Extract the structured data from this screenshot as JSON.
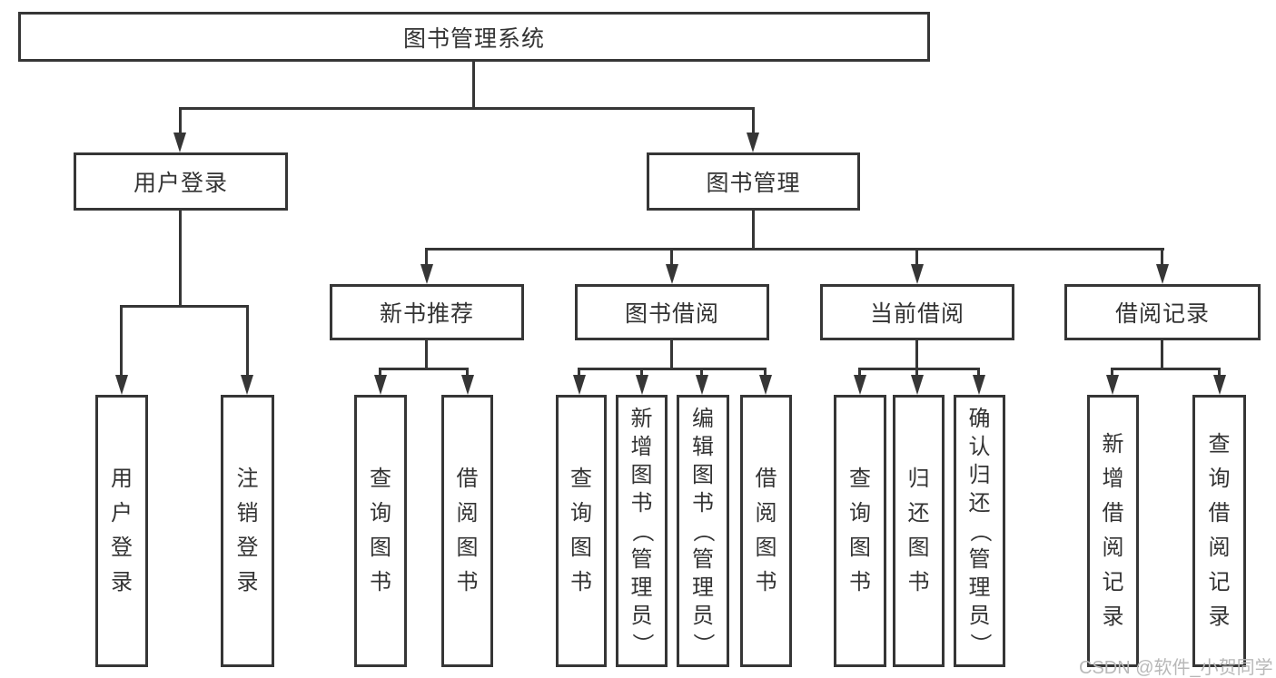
{
  "title": "图书管理系统",
  "tree": {
    "root": {
      "label": "图书管理系统",
      "children": [
        {
          "label": "用户登录",
          "children": [
            {
              "label": "用户登录"
            },
            {
              "label": "注销登录"
            }
          ]
        },
        {
          "label": "图书管理",
          "children": [
            {
              "label": "新书推荐",
              "children": [
                {
                  "label": "查询图书"
                },
                {
                  "label": "借阅图书"
                }
              ]
            },
            {
              "label": "图书借阅",
              "children": [
                {
                  "label": "查询图书"
                },
                {
                  "label": "新增图书（管理员）"
                },
                {
                  "label": "编辑图书（管理员）"
                },
                {
                  "label": "借阅图书"
                }
              ]
            },
            {
              "label": "当前借阅",
              "children": [
                {
                  "label": "查询图书"
                },
                {
                  "label": "归还图书"
                },
                {
                  "label": "确认归还（管理员）"
                }
              ]
            },
            {
              "label": "借阅记录",
              "children": [
                {
                  "label": "新增借阅记录"
                },
                {
                  "label": "查询借阅记录"
                }
              ]
            }
          ]
        }
      ]
    }
  },
  "watermark": "CSDN @软件_小贺同学",
  "colors": {
    "line": "#363636",
    "text": "#333333",
    "watermark": "#b8b8b8",
    "background": "#ffffff"
  }
}
